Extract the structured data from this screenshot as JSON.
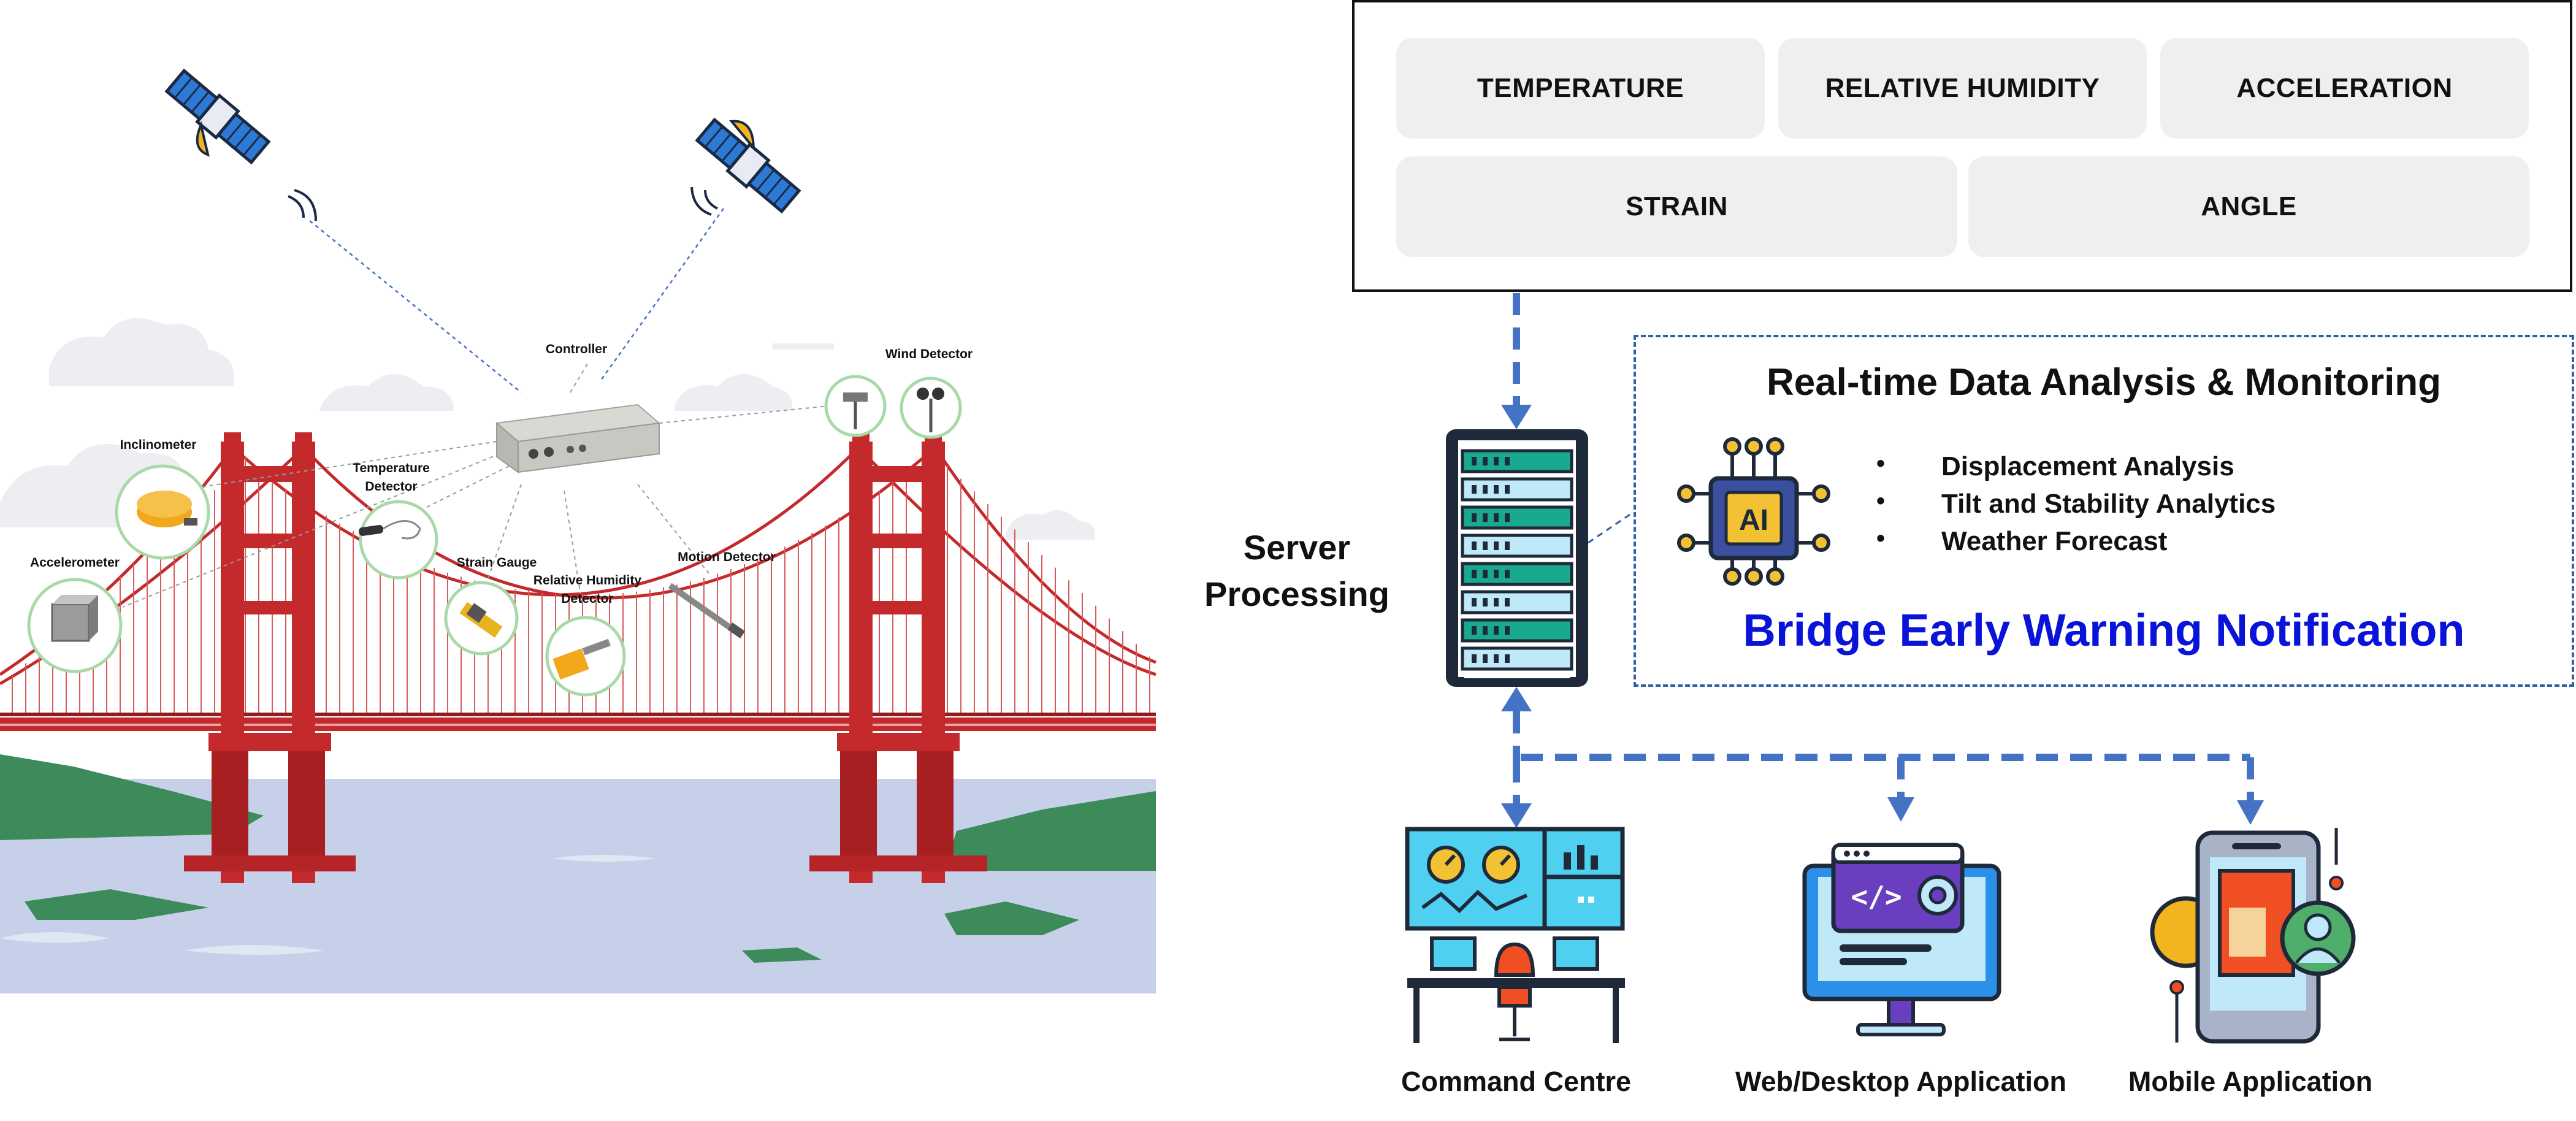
{
  "satellites": [
    "satellite-left",
    "satellite-right"
  ],
  "sensors": {
    "controller": "Controller",
    "wind": "Wind Detector",
    "inclinometer": "Inclinometer",
    "temperature_line1": "Temperature",
    "temperature_line2": "Detector",
    "accelerometer": "Accelerometer",
    "strain": "Strain Gauge",
    "humidity_line1": "Relative Humidity",
    "humidity_line2": "Detector",
    "motion": "Motion Detector"
  },
  "parameters": {
    "row1": [
      "TEMPERATURE",
      "RELATIVE HUMIDITY",
      "ACCELERATION"
    ],
    "row2": [
      "STRAIN",
      "ANGLE"
    ]
  },
  "server": {
    "line1": "Server",
    "line2": "Processing"
  },
  "analysis": {
    "title": "Real-time Data Analysis & Monitoring",
    "chip_label": "AI",
    "items": [
      "Displacement Analysis",
      "Tilt and Stability Analytics",
      "Weather Forecast"
    ],
    "warning": "Bridge Early Warning Notification"
  },
  "applications": [
    "Command Centre",
    "Web/Desktop Application",
    "Mobile Application"
  ],
  "colors": {
    "bridge_red": "#c42a2c",
    "water": "#c6d0e8",
    "land_green": "#3d8a5a",
    "arrow_blue": "#4472c4",
    "warning_blue": "#0a14d8",
    "server_teal": "#19a98e"
  }
}
